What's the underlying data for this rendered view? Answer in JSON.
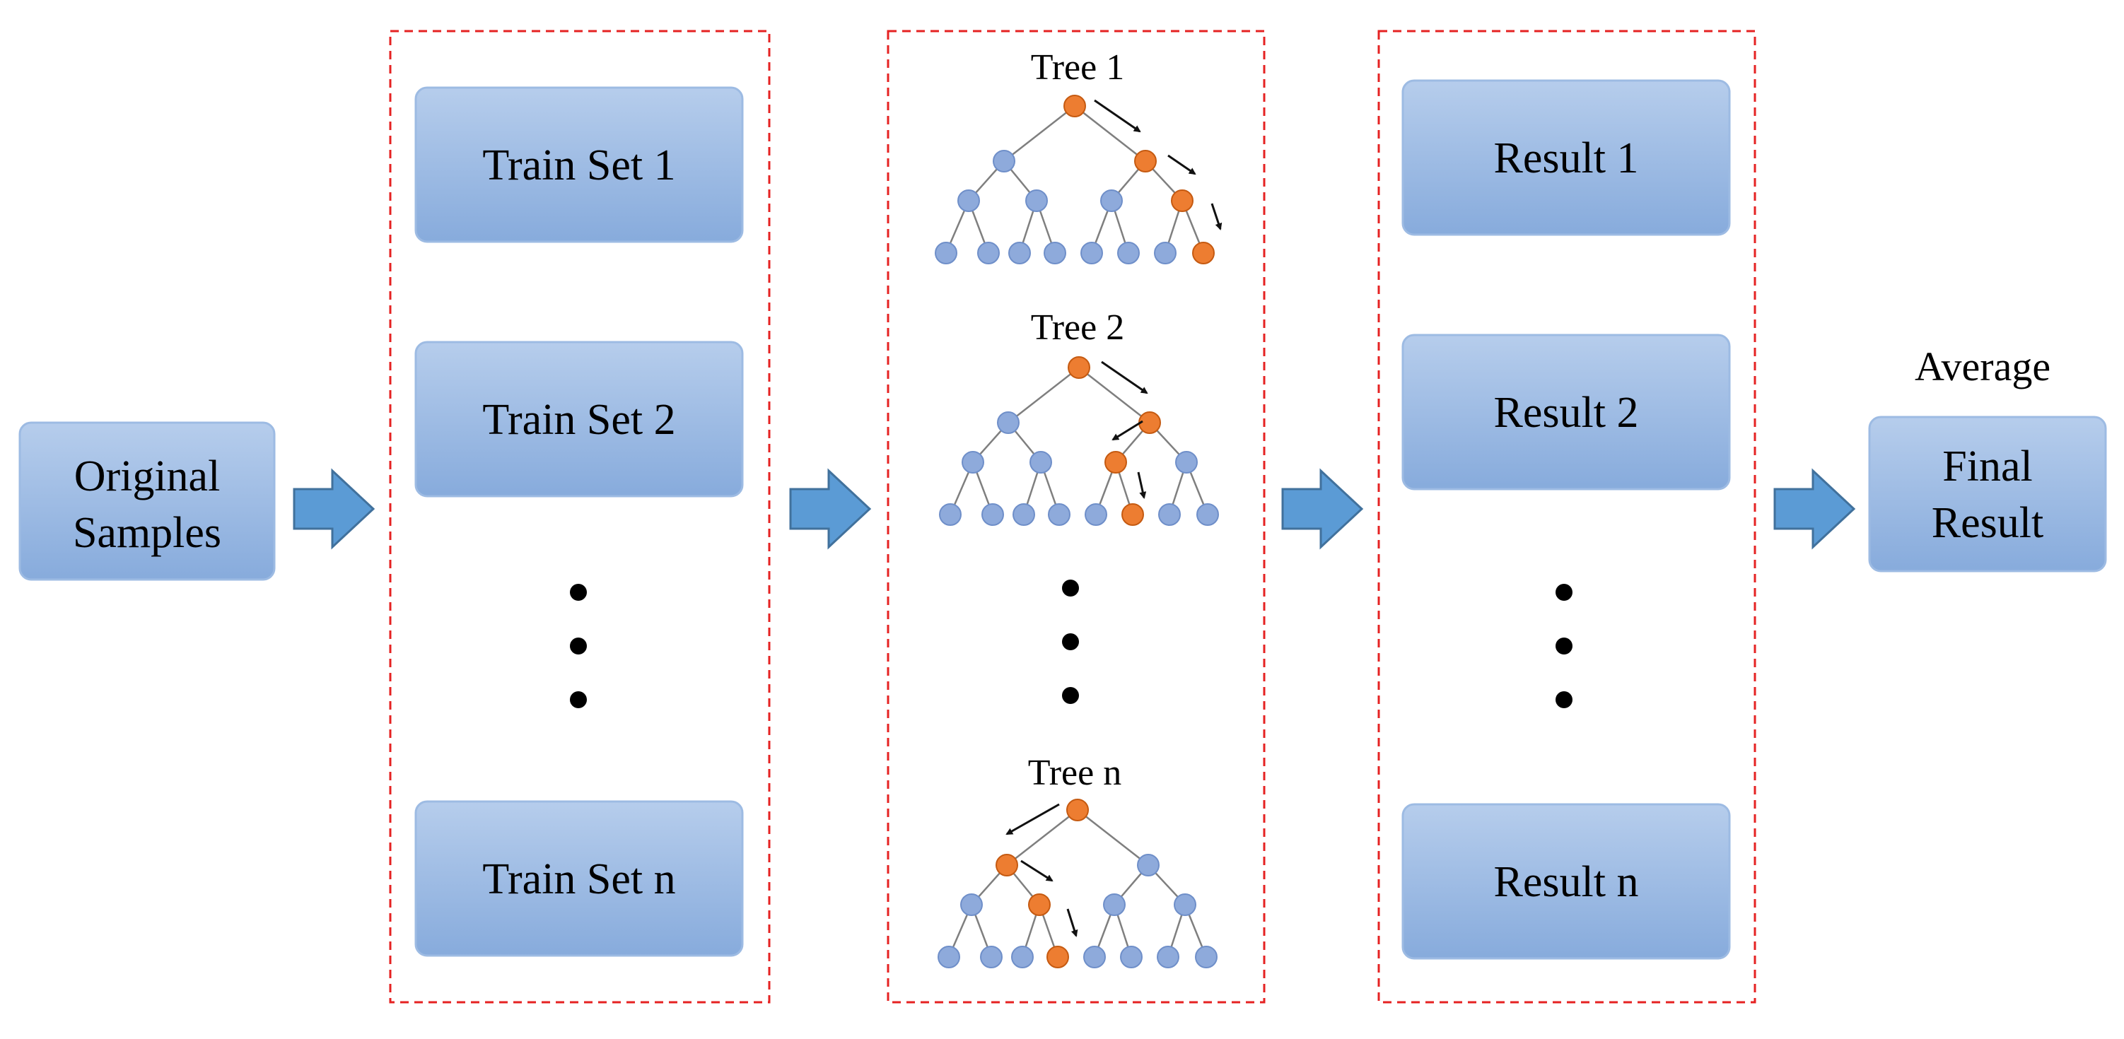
{
  "input": {
    "lines": [
      "Original",
      "Samples"
    ]
  },
  "train_sets": {
    "items": [
      "Train Set 1",
      "Train Set 2",
      "Train Set n"
    ]
  },
  "trees": {
    "items": [
      "Tree 1",
      "Tree 2",
      "Tree n"
    ]
  },
  "results": {
    "items": [
      "Result 1",
      "Result 2",
      "Result n"
    ]
  },
  "final": {
    "heading": "Average",
    "lines": [
      "Final",
      "Result"
    ]
  },
  "colors": {
    "box_top": "#b6cdec",
    "box_bottom": "#87abdc",
    "box_stroke": "#9dbbe3",
    "group_border": "#e52222",
    "arrow_fill": "#5b9bd5",
    "arrow_stroke": "#41719c",
    "node_blue": "#8eaadb",
    "node_orange": "#ed7d31",
    "edge": "#7f7f7f"
  },
  "icons": [
    "right-arrow-icon",
    "ellipsis-dots-icon",
    "binary-tree-icon",
    "path-arrow-icon"
  ]
}
